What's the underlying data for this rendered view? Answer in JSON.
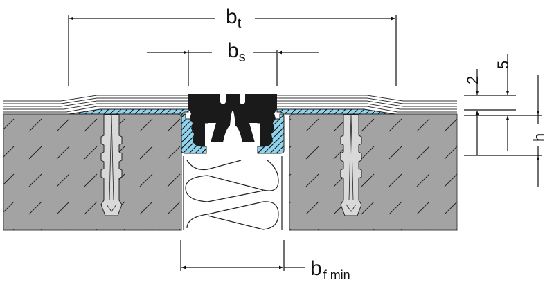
{
  "title": "Expansion joint profile cross-section",
  "dimensions": {
    "bt": {
      "main": "b",
      "sub": "t"
    },
    "bs": {
      "main": "b",
      "sub": "s"
    },
    "bf_min": {
      "main": "b",
      "sub": "f min"
    },
    "two": "2",
    "five": "5",
    "h": "h"
  },
  "colors": {
    "concrete": "#a3a3a3",
    "adhesive": "#8fd3ec",
    "seal": "#1a1a1a",
    "anchor": "#d9d9d9",
    "line": "#111111"
  }
}
